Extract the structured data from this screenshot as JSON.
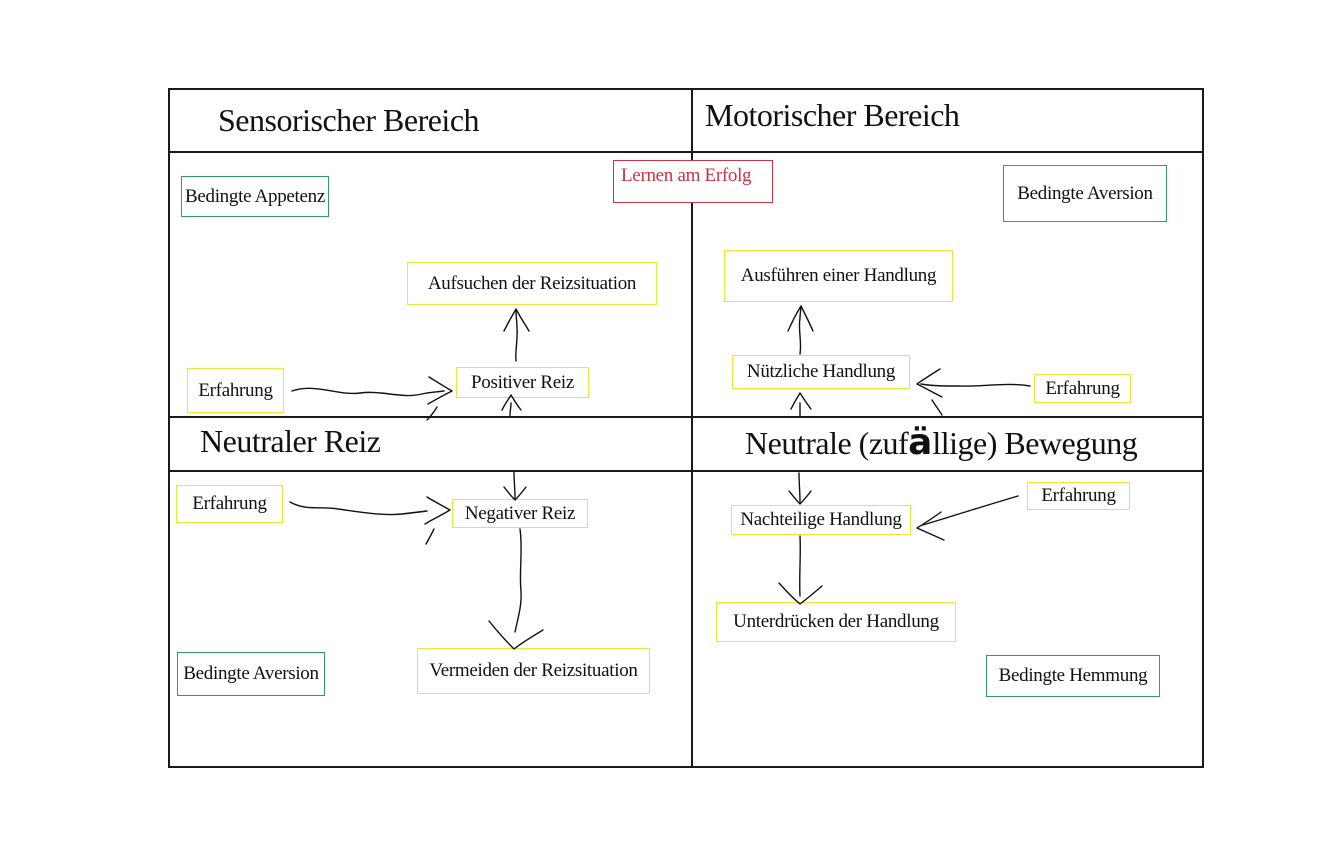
{
  "diagram": {
    "headers": {
      "sensory": "Sensorischer Bereich",
      "motor": "Motorischer Bereich",
      "neutral_stimulus": "Neutraler Reiz",
      "neutral_movement_prefix": "Neutrale (zuf",
      "neutral_movement_umlaut": "ä",
      "neutral_movement_suffix": "llige) Bewegung"
    },
    "center_label": "Lernen am Erfolg",
    "boxes": {
      "bedingte_appetenz": "Bedingte Appetenz",
      "aufsuchen": "Aufsuchen der Reizsituation",
      "erfahrung_top_left": "Erfahrung",
      "positiver_reiz": "Positiver Reiz",
      "bedingte_aversion_top_right": "Bedingte Aversion",
      "ausfuehren": "Ausführen einer Handlung",
      "nuetzliche_handlung": "Nützliche Handlung",
      "erfahrung_top_right": "Erfahrung",
      "erfahrung_bottom_left": "Erfahrung",
      "negativer_reiz": "Negativer Reiz",
      "vermeiden": "Vermeiden der Reizsituation",
      "bedingte_aversion_bottom_left": "Bedingte Aversion",
      "erfahrung_bottom_right": "Erfahrung",
      "nachteilige_handlung": "Nachteilige Handlung",
      "unterdruecken": "Unterdrücken der Handlung",
      "bedingte_hemmung": "Bedingte Hemmung"
    },
    "colors": {
      "yellow_border": "#e8e83a",
      "green_border": "#339966",
      "red_border": "#cc3344",
      "red_text": "#cc3344",
      "grid_line": "#1a1a1a"
    }
  }
}
